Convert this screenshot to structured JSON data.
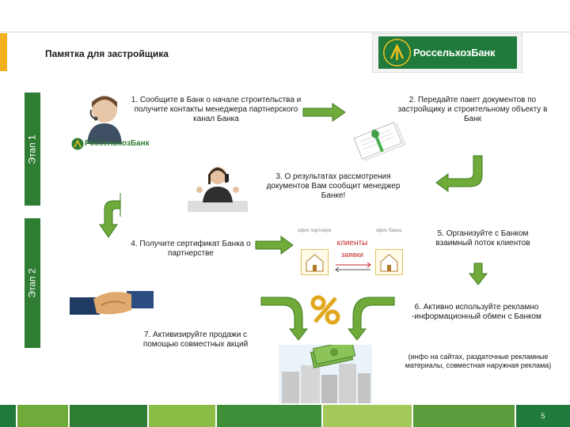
{
  "header": {
    "title": "Памятка для застройщика",
    "logo_text": "РоссельхозБанк",
    "small_logo_text": "РоссельхозБанк"
  },
  "stages": {
    "stage1": "Этап 1",
    "stage2": "Этап 2"
  },
  "steps": {
    "s1": "1. Сообщите в Банк о начале строительства и получите контакты менеджера партнерского канал Банка",
    "s2": "2. Передайте пакет документов по застройщику и строительному объекту в Банк",
    "s3": "3. О результатах рассмотрения документов Вам сообщит менеджер Банке!",
    "s4": "4. Получите сертификат Банка о партнерстве",
    "s5": "5. Организуйте с Банком взаимный поток клиентов",
    "s6": "6. Активно используйте рекламно -информационный обмен с Банком",
    "s6_note": "(инфо на сайтах, раздаточные рекламные материалы, совместная наружная реклама)",
    "s7": "7. Активизируйте продажи с помощью совместных акций"
  },
  "exchange": {
    "partner_office": "офис партнера",
    "bank_office": "офис банка",
    "clients": "клиенты",
    "requests": "заявки"
  },
  "footer": {
    "page_number": "5"
  },
  "colors": {
    "green": "#2e7d32",
    "dark_green": "#1f7a3b",
    "light_green": "#7cb342",
    "yellow": "#f2b01e",
    "arrow_fill": "#6faa3a",
    "arrow_stroke": "#3f7b1d"
  },
  "icons": [
    "operator-icon",
    "document-stack-icon",
    "phone-woman-icon",
    "handshake-icon",
    "percent-icon",
    "house-icon",
    "money-buildings-icon"
  ]
}
